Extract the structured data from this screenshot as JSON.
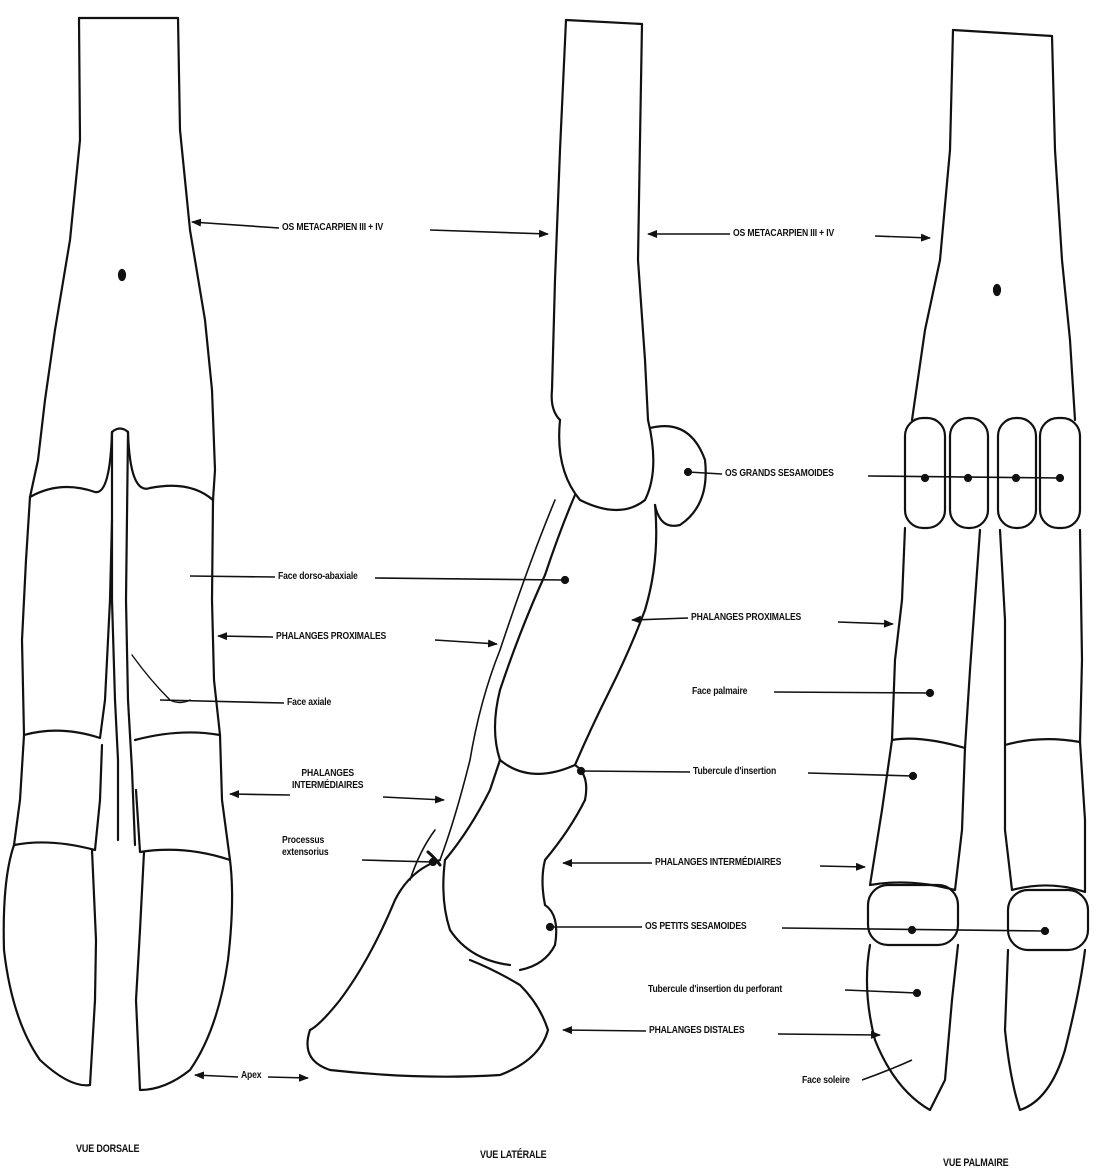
{
  "labels": {
    "metacarpien_1": "OS METACARPIEN III + IV",
    "metacarpien_2": "OS METACARPIEN III + IV",
    "grands_sesamoides": "OS GRANDS SESAMOIDES",
    "face_dorso_abaxiale": "Face dorso-abaxiale",
    "phalanges_proximales_1": "PHALANGES PROXIMALES",
    "phalanges_proximales_2": "PHALANGES PROXIMALES",
    "face_axiale": "Face axiale",
    "face_palmaire": "Face palmaire",
    "tubercule_insertion": "Tubercule d'insertion",
    "phalanges_intermediaires_1": "PHALANGES\nINTERMÉDIAIRES",
    "processus_extensorius": "Processus\nextensorius",
    "phalanges_intermediaires_2": "PHALANGES INTERMÉDIAIRES",
    "petits_sesamoides": "OS PETITS SESAMOIDES",
    "tubercule_perforant": "Tubercule d'insertion du perforant",
    "phalanges_distales": "PHALANGES DISTALES",
    "apex": "Apex",
    "face_soleire": "Face soleire"
  },
  "captions": {
    "dorsale": "VUE DORSALE",
    "laterale": "VUE LATÉRALE",
    "palmaire": "VUE PALMAIRE"
  },
  "colors": {
    "ink": "#111111",
    "paper": "#ffffff"
  }
}
